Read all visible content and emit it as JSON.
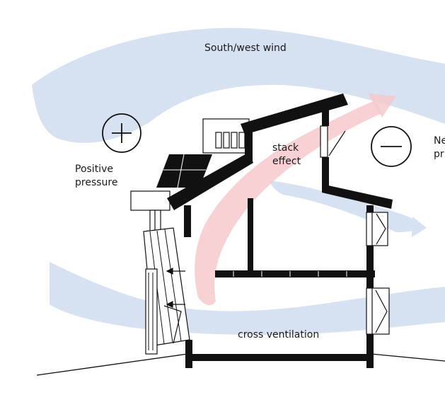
{
  "labels": {
    "wind": "South/west wind",
    "positive_line1": "Positive",
    "positive_line2": "pressure",
    "stack_line1": "stack",
    "stack_line2": "effect",
    "negative_line1": "Ne",
    "negative_line2": "pr",
    "cross": "cross ventilation"
  },
  "symbols": {
    "positive": "plus-symbol",
    "negative": "minus-symbol"
  },
  "colors": {
    "wind": "#d6e1f1",
    "wind_dark": "#c2d2ea",
    "stack_air": "#f6c9cd",
    "structure": "#111111"
  }
}
